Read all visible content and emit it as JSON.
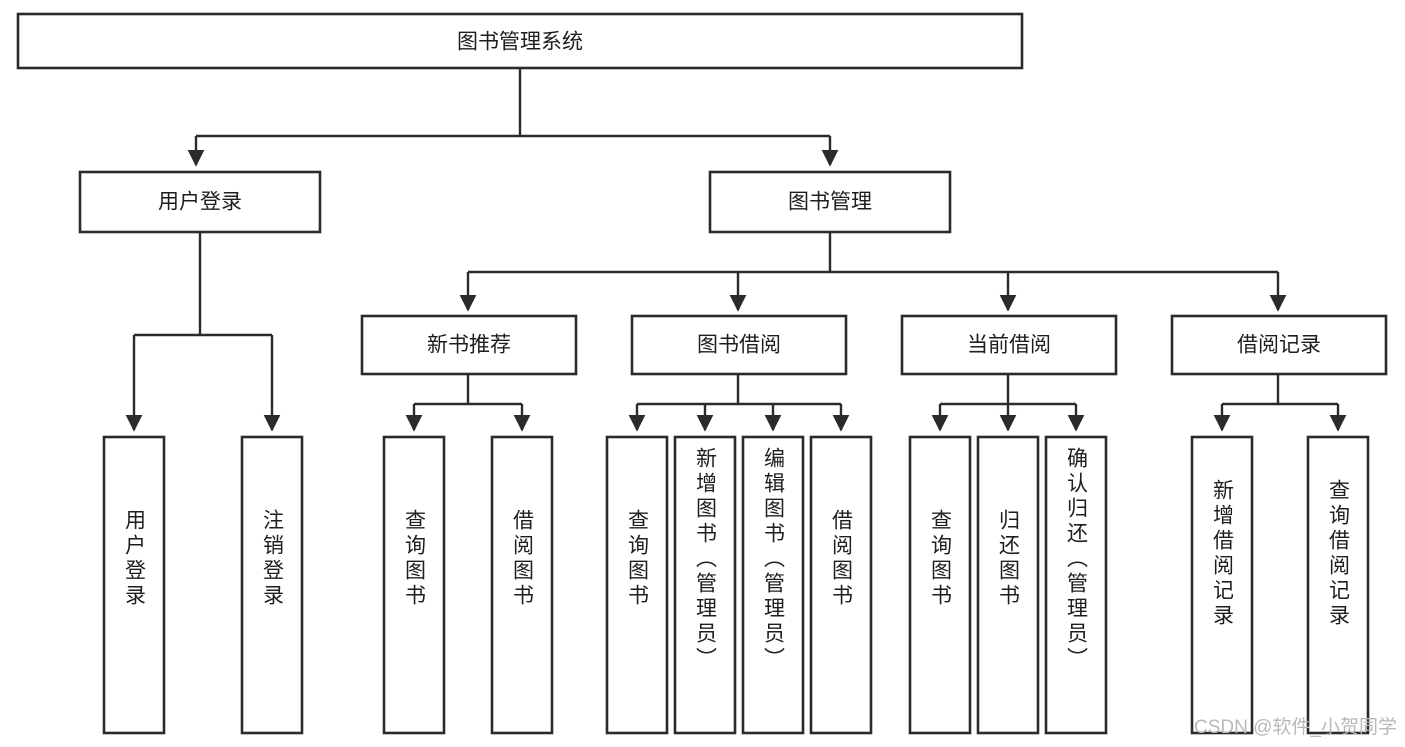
{
  "diagram": {
    "type": "hierarchy-tree",
    "title_node": "图书管理系统",
    "watermark": "CSDN @软件_小贺同学",
    "colors": {
      "box_stroke": "#2b2b2b",
      "box_fill": "#ffffff",
      "text": "#1e1e1e",
      "connector": "#2b2b2b",
      "watermark": "#b9b9b9",
      "background": "#ffffff"
    },
    "levels": {
      "root": {
        "label": "图书管理系统"
      },
      "level2": [
        {
          "label": "用户登录"
        },
        {
          "label": "图书管理"
        }
      ],
      "level3": [
        {
          "label": "新书推荐"
        },
        {
          "label": "图书借阅"
        },
        {
          "label": "当前借阅"
        },
        {
          "label": "借阅记录"
        }
      ],
      "leaves": {
        "user_login": [
          {
            "label": "用户登录"
          },
          {
            "label": "注销登录"
          }
        ],
        "new_book_recommend": [
          {
            "label": "查询图书"
          },
          {
            "label": "借阅图书"
          }
        ],
        "book_borrow": [
          {
            "label": "查询图书"
          },
          {
            "label": "新增图书（管理员）"
          },
          {
            "label": "编辑图书（管理员）"
          },
          {
            "label": "借阅图书"
          }
        ],
        "current_borrow": [
          {
            "label": "查询图书"
          },
          {
            "label": "归还图书"
          },
          {
            "label": "确认归还（管理员）"
          }
        ],
        "borrow_record": [
          {
            "label": "新增借阅记录"
          },
          {
            "label": "查询借阅记录"
          }
        ]
      }
    }
  }
}
